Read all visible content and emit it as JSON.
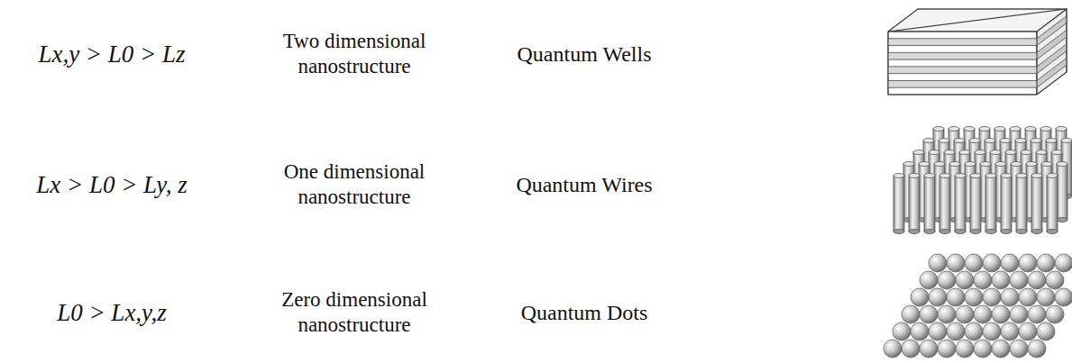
{
  "diagram": {
    "labels": [
      "Lx,y > L0 > Lz",
      "Two dimensional nanostructure",
      "Quantum Wells",
      "Lx > L0 > Ly, z",
      "One dimensional nanostructure",
      "Quantum Wires",
      "L0 > Lx,y,z",
      "Zero dimensional nanostructure",
      "Quantum Dots"
    ]
  }
}
